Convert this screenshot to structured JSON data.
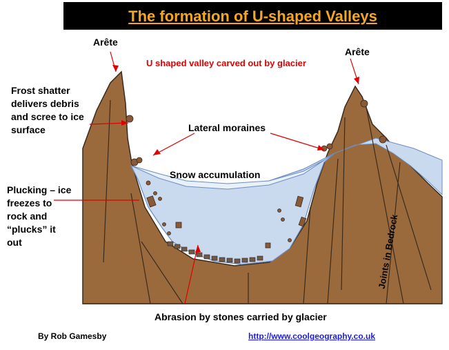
{
  "title": "The formation of U-shaped Valleys",
  "labels": {
    "arete_left": "Arête",
    "arete_right": "Arête",
    "valley_caption": "U shaped valley carved out by glacier",
    "frost_shatter": [
      "Frost shatter",
      "delivers debris",
      "and scree to ice",
      "surface"
    ],
    "lateral_moraines": "Lateral moraines",
    "snow_accumulation": "Snow accumulation",
    "plucking": [
      "Plucking – ice",
      "freezes to",
      "rock and",
      "“plucks” it",
      "out"
    ],
    "joints": "Joints in Bedrock",
    "abrasion": "Abrasion by stones carried by glacier"
  },
  "footer": {
    "author": "By Rob Gamesby",
    "url": "http://www.coolgeography.co.uk"
  },
  "colors": {
    "title_bg": "#000000",
    "title_text": "#F5A623",
    "rock": "#9B6A3C",
    "rock_edge": "#3A2A1C",
    "ice": "#C9D9EE",
    "ice_edge": "#6C8CC0",
    "snow": "#E8F0FA",
    "arrow": "#E00000",
    "caption_red": "#E00000",
    "link": "#1A1AEE",
    "boulder": "#8A5A38"
  }
}
